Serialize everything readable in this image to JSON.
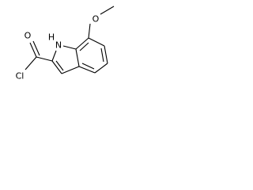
{
  "molecule": {
    "atom_labels": {
      "methoxy_oxygen": "O",
      "carbonyl_oxygen": "O",
      "chlorine": "Cl",
      "indole_nitrogen": "N",
      "indole_hydrogen": "H"
    },
    "colors": {
      "bond": "#000000",
      "background": "#ffffff"
    }
  }
}
